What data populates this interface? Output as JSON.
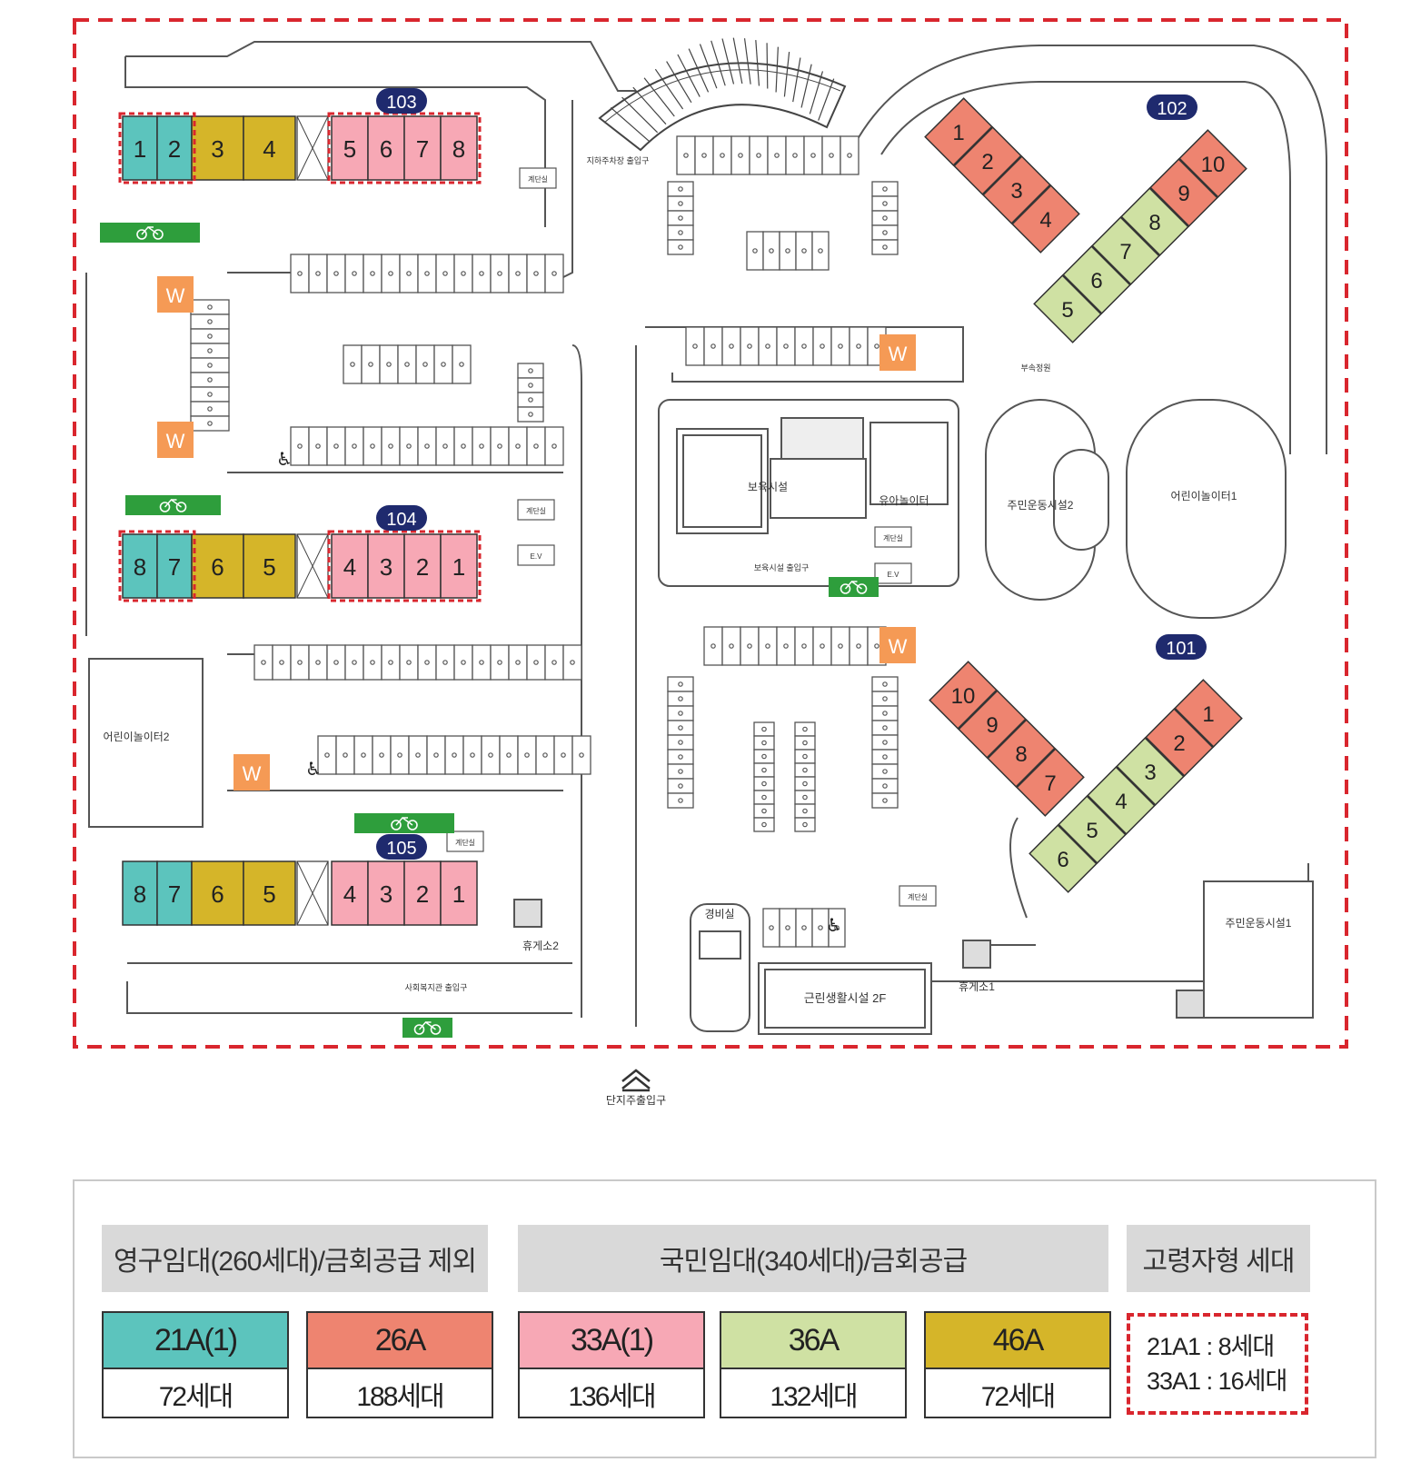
{
  "colors": {
    "21A(1)": "#5cc4bd",
    "26A": "#ee8470",
    "33A(1)": "#f7a8b5",
    "36A": "#cfe1a3",
    "46A": "#d5b529",
    "boundary": "#d9262e",
    "building_label_bg": "#1f2a6e",
    "facility_w": "#f59a55",
    "bike": "#2e9e3c"
  },
  "buildings": [
    {
      "id": "103",
      "units": [
        {
          "n": "1",
          "type": "21A(1)"
        },
        {
          "n": "2",
          "type": "21A(1)"
        },
        {
          "n": "3",
          "type": "46A"
        },
        {
          "n": "4",
          "type": "46A"
        },
        {
          "n": "5",
          "type": "33A(1)"
        },
        {
          "n": "6",
          "type": "33A(1)"
        },
        {
          "n": "7",
          "type": "33A(1)"
        },
        {
          "n": "8",
          "type": "33A(1)"
        }
      ]
    },
    {
      "id": "104",
      "units": [
        {
          "n": "8",
          "type": "21A(1)"
        },
        {
          "n": "7",
          "type": "21A(1)"
        },
        {
          "n": "6",
          "type": "46A"
        },
        {
          "n": "5",
          "type": "46A"
        },
        {
          "n": "4",
          "type": "33A(1)"
        },
        {
          "n": "3",
          "type": "33A(1)"
        },
        {
          "n": "2",
          "type": "33A(1)"
        },
        {
          "n": "1",
          "type": "33A(1)"
        }
      ]
    },
    {
      "id": "105",
      "units": [
        {
          "n": "8",
          "type": "21A(1)"
        },
        {
          "n": "7",
          "type": "21A(1)"
        },
        {
          "n": "6",
          "type": "46A"
        },
        {
          "n": "5",
          "type": "46A"
        },
        {
          "n": "4",
          "type": "33A(1)"
        },
        {
          "n": "3",
          "type": "33A(1)"
        },
        {
          "n": "2",
          "type": "33A(1)"
        },
        {
          "n": "1",
          "type": "33A(1)"
        }
      ]
    },
    {
      "id": "102",
      "units": [
        {
          "n": "1",
          "type": "26A"
        },
        {
          "n": "2",
          "type": "26A"
        },
        {
          "n": "3",
          "type": "26A"
        },
        {
          "n": "4",
          "type": "26A"
        },
        {
          "n": "5",
          "type": "36A"
        },
        {
          "n": "6",
          "type": "36A"
        },
        {
          "n": "7",
          "type": "36A"
        },
        {
          "n": "8",
          "type": "36A"
        },
        {
          "n": "9",
          "type": "26A"
        },
        {
          "n": "10",
          "type": "26A"
        }
      ]
    },
    {
      "id": "101",
      "units": [
        {
          "n": "10",
          "type": "26A"
        },
        {
          "n": "9",
          "type": "26A"
        },
        {
          "n": "8",
          "type": "26A"
        },
        {
          "n": "7",
          "type": "26A"
        },
        {
          "n": "6",
          "type": "36A"
        },
        {
          "n": "5",
          "type": "36A"
        },
        {
          "n": "4",
          "type": "36A"
        },
        {
          "n": "3",
          "type": "36A"
        },
        {
          "n": "2",
          "type": "26A"
        },
        {
          "n": "1",
          "type": "26A"
        }
      ]
    }
  ],
  "facilities": {
    "childcare": "보육시설",
    "toddler_play": "유아놀이터",
    "childcare_entrance": "보육시설\n출입구",
    "resident_sports2": "주민운동시설2",
    "children_play1": "어린이놀이터1",
    "children_play2": "어린이놀이터2",
    "resident_sports1": "주민운동시설1",
    "guard": "경비실",
    "neighborhood": "근린생활시설 2F",
    "rest1": "휴게소1",
    "rest2": "휴게소2",
    "welfare_entrance": "사회복지관\n출입구",
    "underground_parking_entrance": "지하주차장\n출입구",
    "main_entrance": "단지주출입구",
    "subsidiary_garden": "부속정원",
    "stair": "계단실",
    "ev": "E.V",
    "w": "W"
  },
  "legend": {
    "groups": [
      {
        "label": "영구임대(260세대)/금회공급 제외"
      },
      {
        "label": "국민임대(340세대)/금회공급"
      },
      {
        "label": "고령자형 세대"
      }
    ],
    "types": [
      {
        "type": "21A(1)",
        "count": "72세대"
      },
      {
        "type": "26A",
        "count": "188세대"
      },
      {
        "type": "33A(1)",
        "count": "136세대"
      },
      {
        "type": "36A",
        "count": "132세대"
      },
      {
        "type": "46A",
        "count": "72세대"
      }
    ],
    "senior": [
      {
        "type": "21A1",
        "sep": " : ",
        "count": "8세대"
      },
      {
        "type": "33A1",
        "sep": " : ",
        "count": "16세대"
      }
    ]
  }
}
